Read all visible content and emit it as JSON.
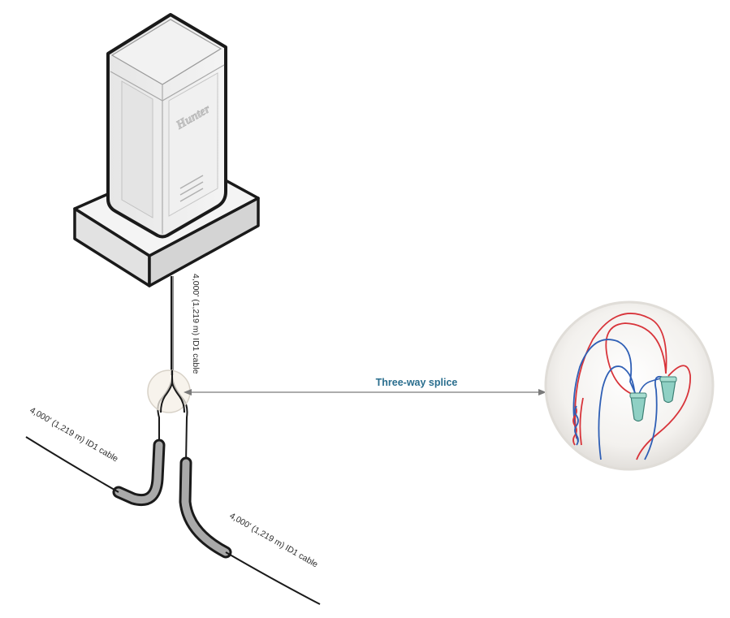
{
  "labels": {
    "vertical_cable": "4,000' (1,219 m) ID1 cable",
    "left_cable": "4,000' (1,219 m) ID1 cable",
    "right_cable": "4,000' (1,219 m) ID1 cable",
    "splice": "Three-way splice",
    "brand": "Hunter"
  },
  "colors": {
    "accent_text": "#2a6e8e",
    "wire_red": "#d8343a",
    "wire_blue": "#2f5fb5",
    "connector": "#8fd0c4",
    "cabinet": "#eeeeee",
    "outline": "#1a1a1a",
    "pointer": "#7a7a7a"
  }
}
